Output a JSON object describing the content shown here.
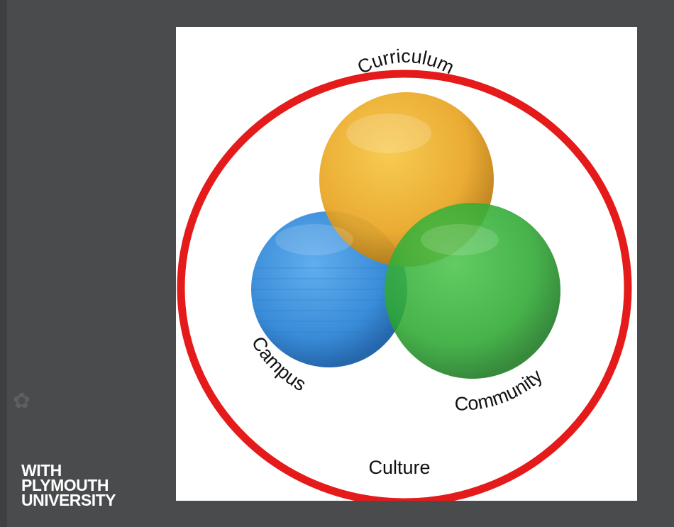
{
  "diagram": {
    "outer_label": "Culture",
    "circles": [
      {
        "label": "Curriculum",
        "color": "#f0b030"
      },
      {
        "label": "Campus",
        "color": "#3e95e0"
      },
      {
        "label": "Community",
        "color": "#36b23c"
      }
    ],
    "ring_color": "#e51a1a"
  },
  "brand": {
    "line1": "WITH",
    "line2": "PLYMOUTH",
    "line3": "UNIVERSITY"
  },
  "colors": {
    "background": "#4a4b4d",
    "panel": "#ffffff"
  },
  "icons": [
    "flower-ornament-icon"
  ]
}
